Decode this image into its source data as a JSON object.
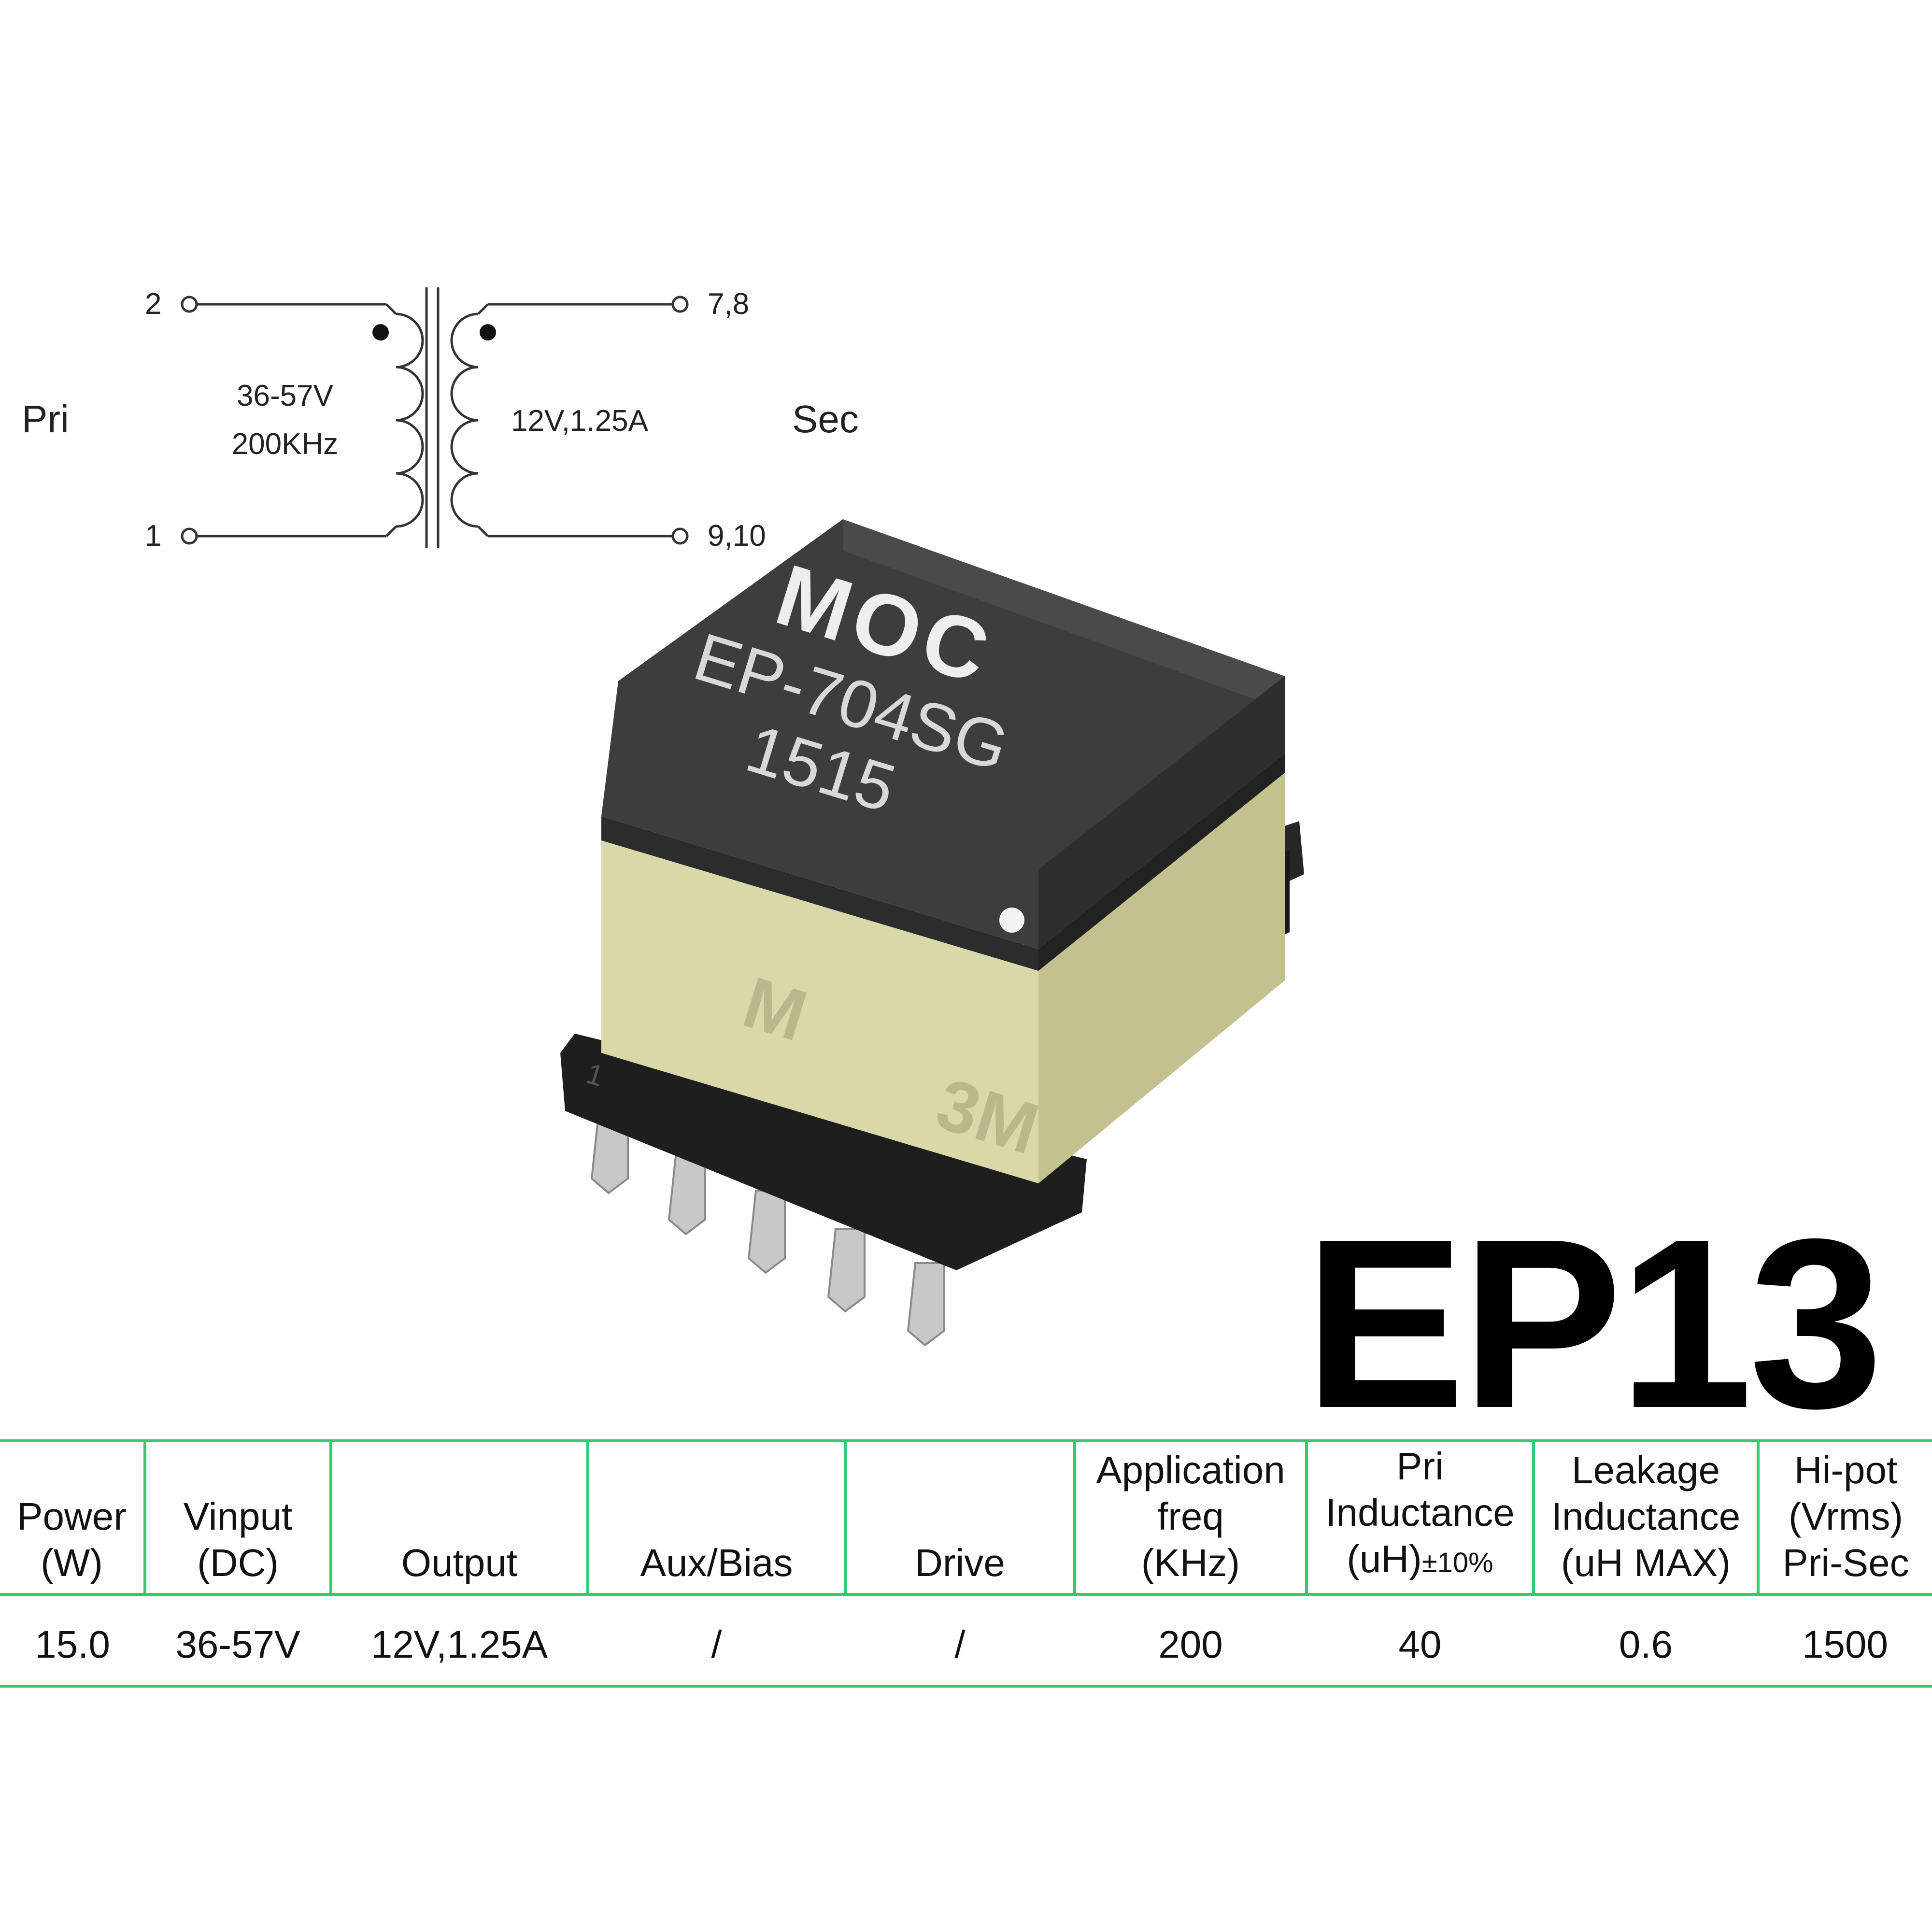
{
  "schematic": {
    "pin_2": "2",
    "pin_1": "1",
    "pin_78": "7,8",
    "pin_910": "9,10",
    "pri_label": "Pri",
    "sec_label": "Sec",
    "pri_voltage": "36-57V",
    "pri_freq": "200KHz",
    "sec_rating": "12V,1.25A"
  },
  "component": {
    "brand": "MOC",
    "part_number": "EP-704SG",
    "date_code": "1515",
    "pin_one_mark": "1",
    "tape_marking": "3M",
    "colors": {
      "core": "#3d3d3d",
      "tape": "#d9d8a8",
      "base": "#1e1e1e",
      "pins": "#c8c8c8"
    }
  },
  "title": "EP13",
  "table": {
    "border_color": "#2ecc71",
    "headers": [
      [
        "Power",
        "(W)"
      ],
      [
        "Vinput",
        "(DC)"
      ],
      [
        "Output"
      ],
      [
        "Aux/Bias"
      ],
      [
        "Drive"
      ],
      [
        "Application",
        "freq",
        "(KHz)"
      ],
      [
        "Pri",
        "Inductance",
        "(uH)",
        "±10%"
      ],
      [
        "Leakage",
        "Inductance",
        "(uH MAX)"
      ],
      [
        "Hi-pot",
        "(Vrms)",
        "Pri-Sec"
      ]
    ],
    "rows": [
      [
        "15.0",
        "36-57V",
        "12V,1.25A",
        "/",
        "/",
        "200",
        "40",
        "0.6",
        "1500"
      ]
    ]
  }
}
